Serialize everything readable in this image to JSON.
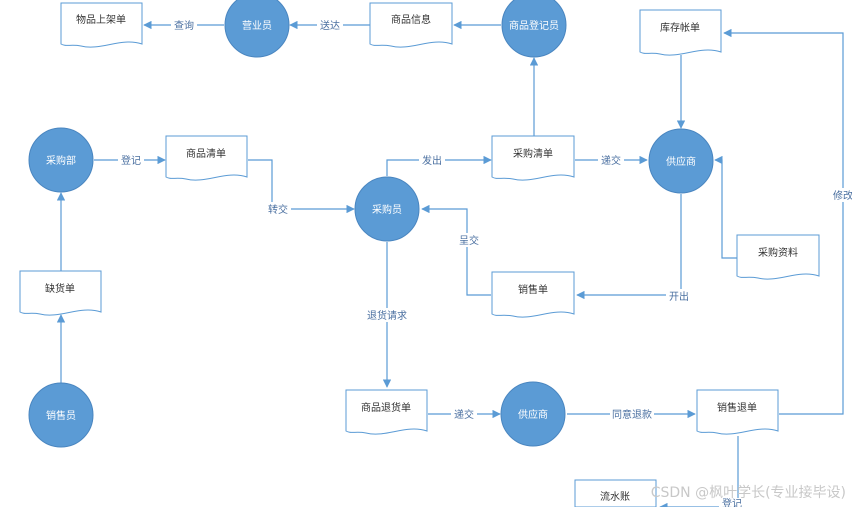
{
  "colors": {
    "accent": "#5b9bd5",
    "line": "#5b9bd5",
    "label": "#4a6fa0",
    "background": "#ffffff"
  },
  "nodes": {
    "wupin_shangjia": "物品上架单",
    "yingyeyuan": "营业员",
    "shangpin_xinxi": "商品信息",
    "shangpin_dengjiyuan": "商品登记员",
    "kucun_zhang": "库存帐单",
    "caigoubu": "采购部",
    "shangpin_qingdan": "商品清单",
    "caigouyuan": "采购员",
    "caigou_qingdan": "采购清单",
    "gongyingshang_top": "供应商",
    "caigou_ziliao": "采购资料",
    "quehuodan": "缺货单",
    "xiaoshoudan": "销售单",
    "xiaoshouyuan": "销售员",
    "shangpin_tuihuodan": "商品退货单",
    "gongyingshang_bottom": "供应商",
    "xiaoshou_tuidan": "销售退单",
    "liushuizhang": "流水账"
  },
  "edges": {
    "chaxun": "查询",
    "songda": "送达",
    "dengji": "登记",
    "zhuanjiao": "转交",
    "fachu": "发出",
    "dijiao_top": "递交",
    "chengjiao": "呈交",
    "kaichu": "开出",
    "tuihuo_qingqiu": "退货请求",
    "dijiao_bottom": "递交",
    "tongyi_tuikuan": "同意退款",
    "xiugai": "修改",
    "dengji_bottom": "登记"
  },
  "watermark": "CSDN @枫叶学长(专业接毕设)"
}
